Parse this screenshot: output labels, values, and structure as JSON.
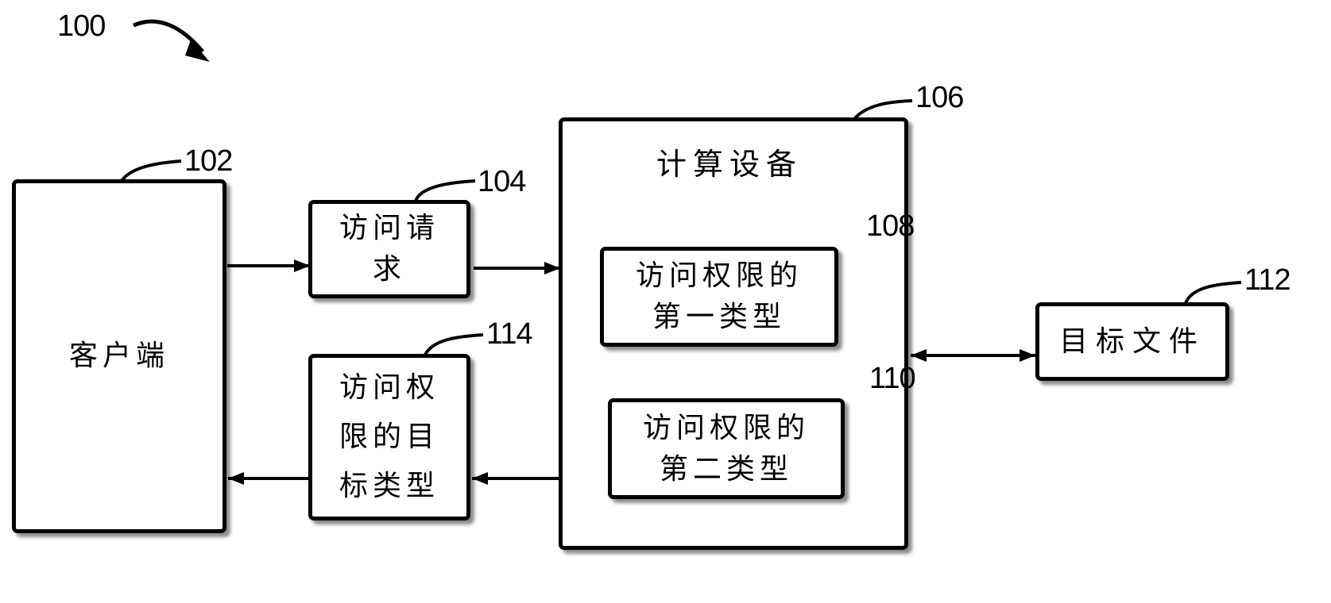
{
  "figure": {
    "ref": "100"
  },
  "nodes": {
    "client": {
      "ref": "102",
      "label": "客户端"
    },
    "access_request": {
      "ref": "104",
      "label": "访问请\n求"
    },
    "computing_device": {
      "ref": "106",
      "label": "计算设备"
    },
    "first_type": {
      "ref": "108",
      "label": "访问权限的\n第一类型"
    },
    "second_type": {
      "ref": "110",
      "label": "访问权限的\n第二类型"
    },
    "target_file": {
      "ref": "112",
      "label": "目标文件"
    },
    "target_type": {
      "ref": "114",
      "label": "访问权\n限的目\n标类型"
    }
  },
  "edges": [
    {
      "from": "client",
      "to": "access_request",
      "direction": "forward"
    },
    {
      "from": "access_request",
      "to": "computing_device",
      "direction": "forward"
    },
    {
      "from": "computing_device",
      "to": "target_type",
      "direction": "forward"
    },
    {
      "from": "target_type",
      "to": "client",
      "direction": "forward"
    },
    {
      "from": "computing_device",
      "to": "target_file",
      "direction": "bidirectional"
    }
  ]
}
